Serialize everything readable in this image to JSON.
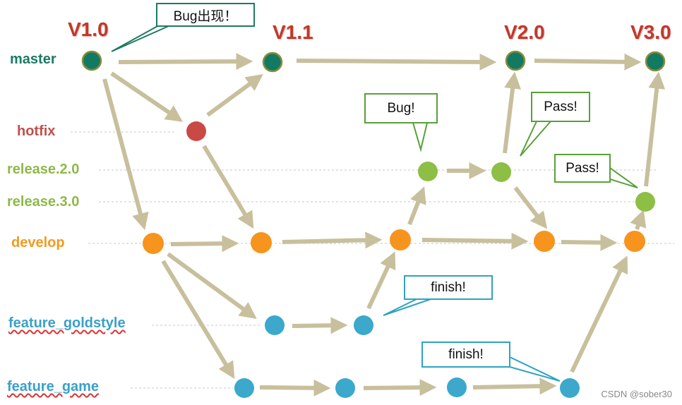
{
  "branches": {
    "master": {
      "label": "master",
      "color": "#1a7a66"
    },
    "hotfix": {
      "label": "hotfix",
      "color": "#c0504d"
    },
    "release_2": {
      "label": "release.2.0",
      "color": "#8db94a"
    },
    "release_3": {
      "label": "release.3.0",
      "color": "#8db94a"
    },
    "develop": {
      "label": "develop",
      "color": "#f39a21"
    },
    "feature_goldstyle": {
      "label": "feature_goldstyle",
      "color": "#3aa0c9"
    },
    "feature_game": {
      "label": "feature_game",
      "color": "#3aa0c9"
    }
  },
  "versions": {
    "v10": "V1.0",
    "v11": "V1.1",
    "v20": "V2.0",
    "v30": "V3.0"
  },
  "callouts": {
    "bug_appear": "Bug出现！",
    "bug": "Bug!",
    "pass1": "Pass!",
    "pass2": "Pass!",
    "finish1": "finish!",
    "finish2": "finish!"
  },
  "colors": {
    "arrow": "#c8bf9c",
    "master_node": "#127a63",
    "hotfix_node": "#c94a44",
    "release_node": "#8dbe45",
    "develop_node": "#f7941d",
    "feature_node": "#3ba8cc"
  },
  "watermark": "CSDN @sober30"
}
